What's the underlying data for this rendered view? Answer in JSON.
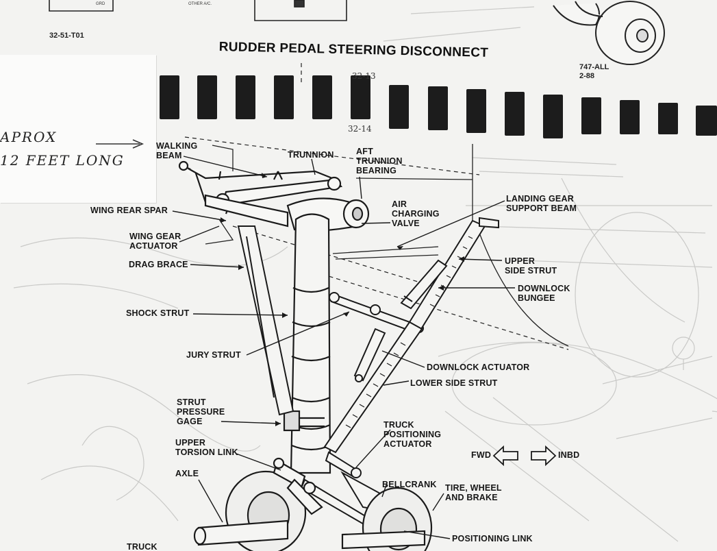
{
  "header": {
    "doc_ref": "32-51-T01",
    "title": "RUDDER PEDAL STEERING DISCONNECT",
    "effectivity_line1": "747-ALL",
    "effectivity_line2": "2-88",
    "page_top": "32-13",
    "page_bottom": "32-14",
    "top_left_fragment": "GRD",
    "top_fragment_other": "OTHER A/C."
  },
  "handwritten_note": {
    "line1": "APROX",
    "line2": "12 FEET LONG",
    "arrow": "long-arrow-right"
  },
  "labels": {
    "walking_beam": "WALKING\nBEAM",
    "trunnion": "TRUNNION",
    "aft_trunnion_bearing": "AFT\nTRUNNION\nBEARING",
    "wing_rear_spar": "WING REAR SPAR",
    "wing_gear_actuator": "WING GEAR\nACTUATOR",
    "drag_brace": "DRAG BRACE",
    "air_charging_valve": "AIR\nCHARGING\nVALVE",
    "landing_gear_support_beam": "LANDING GEAR\nSUPPORT BEAM",
    "upper_side_strut": "UPPER\nSIDE STRUT",
    "downlock_bungee": "DOWNLOCK\nBUNGEE",
    "shock_strut": "SHOCK STRUT",
    "jury_strut": "JURY STRUT",
    "downlock_actuator": "DOWNLOCK ACTUATOR",
    "lower_side_strut": "LOWER SIDE STRUT",
    "strut_pressure_gage": "STRUT\nPRESSURE\nGAGE",
    "truck_positioning_actuator": "TRUCK\nPOSITIONING\nACTUATOR",
    "upper_torsion_link": "UPPER\nTORSION LINK",
    "axle": "AXLE",
    "bellcrank": "BELLCRANK",
    "tire_wheel_and_brake": "TIRE, WHEEL\nAND BRAKE",
    "positioning_link": "POSITIONING LINK",
    "truck": "TRUCK",
    "fwd": "FWD",
    "inbd": "INBD"
  },
  "icons": [
    "fwd-arrow-left-icon",
    "inbd-arrow-right-icon",
    "binder-hole-icon"
  ]
}
